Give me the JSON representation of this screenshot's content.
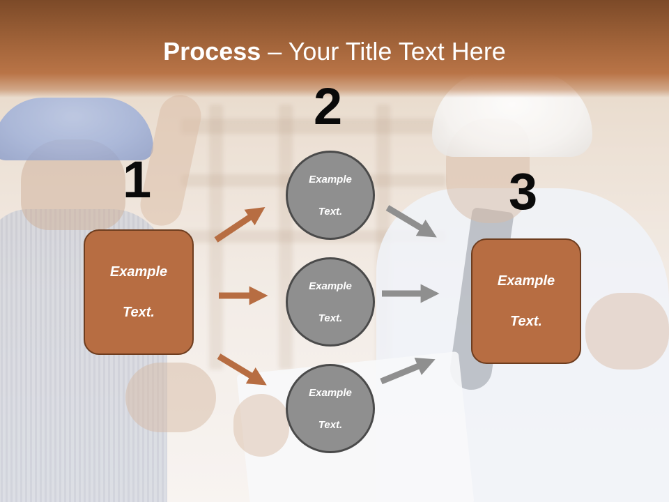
{
  "title": {
    "bold": "Process",
    "rest": " – Your Title Text Here"
  },
  "steps": {
    "one": "1",
    "two": "2",
    "three": "3"
  },
  "boxes": {
    "left": {
      "line1": "Example",
      "line2": "Text."
    },
    "right": {
      "line1": "Example",
      "line2": "Text."
    }
  },
  "circles": [
    {
      "line1": "Example",
      "line2": "Text."
    },
    {
      "line1": "Example",
      "line2": "Text."
    },
    {
      "line1": "Example",
      "line2": "Text."
    }
  ],
  "colors": {
    "title_band": "#a2643a",
    "box_fill": "#b76d42",
    "box_border": "#6e3d1f",
    "circle_fill": "#8f8f8f",
    "circle_border": "#4a4a4a",
    "arrow_orange": "#b76d42",
    "arrow_gray": "#8f8f8f"
  },
  "background": {
    "photo_subject": "two-engineers-in-hard-hats"
  }
}
